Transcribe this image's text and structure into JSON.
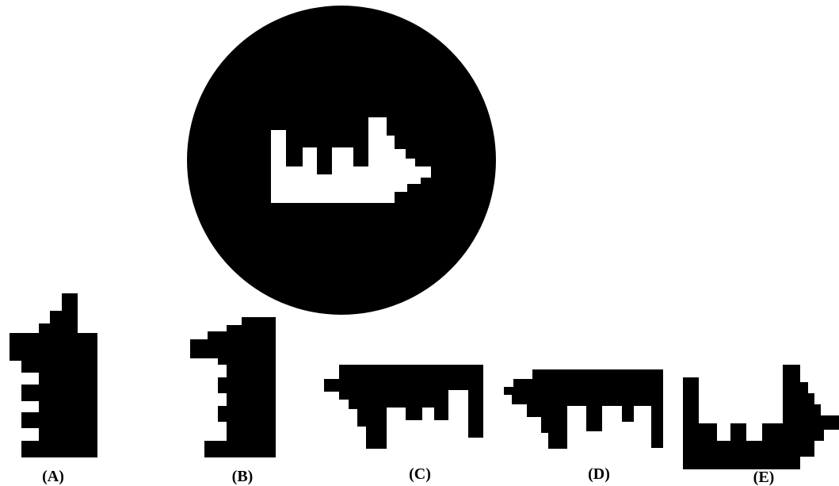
{
  "puzzle": {
    "colors": {
      "ink": "#000000",
      "paper": "#ffffff"
    },
    "options": [
      {
        "id": "A",
        "label": "(A)"
      },
      {
        "id": "B",
        "label": "(B)"
      },
      {
        "id": "C",
        "label": "(C)"
      },
      {
        "id": "D",
        "label": "(D)"
      },
      {
        "id": "E",
        "label": "(E)"
      }
    ]
  }
}
